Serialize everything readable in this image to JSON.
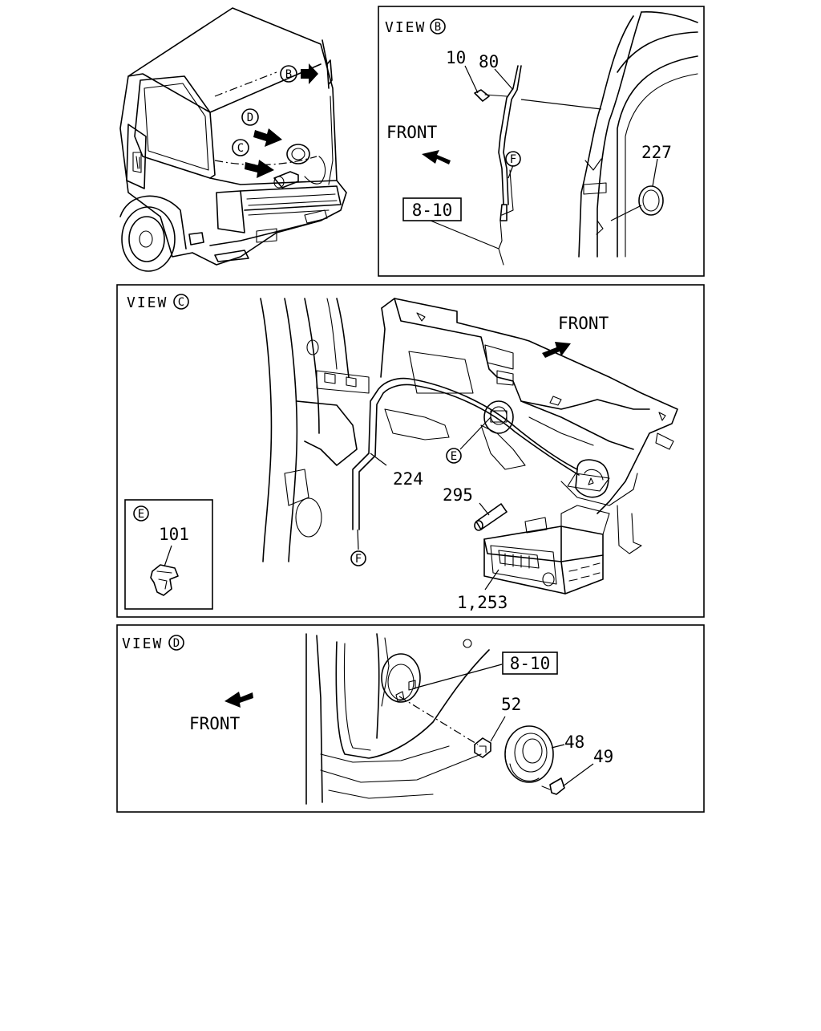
{
  "views": {
    "b": {
      "title": "VIEW",
      "letter": "B"
    },
    "c": {
      "title": "VIEW",
      "letter": "C"
    },
    "d": {
      "title": "VIEW",
      "letter": "D"
    },
    "e": {
      "letter": "E"
    }
  },
  "direction": {
    "front": "FRONT"
  },
  "callouts": {
    "b": "B",
    "c": "C",
    "d": "D",
    "e": "E",
    "f": "F"
  },
  "parts": {
    "p10": "10",
    "p80": "80",
    "p227": "227",
    "ref_8_10": "8-10",
    "p224": "224",
    "p295": "295",
    "p101": "101",
    "p1253": "1,253",
    "p52": "52",
    "p48": "48",
    "p49": "49"
  }
}
